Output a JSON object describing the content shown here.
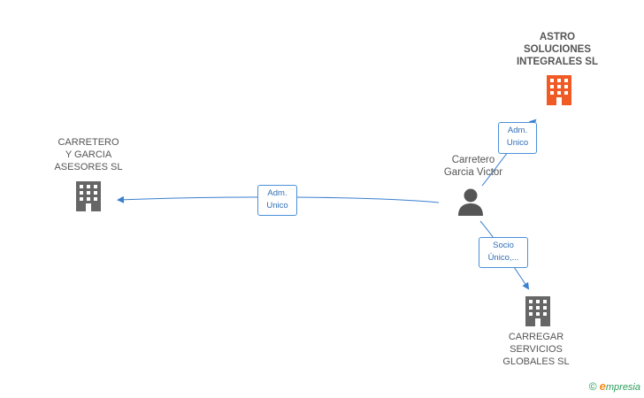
{
  "colors": {
    "edge": "#3a7fd0",
    "building_main": "#f05a24",
    "building": "#666666",
    "person": "#555555"
  },
  "nodes": {
    "astro": {
      "lines": [
        "ASTRO",
        "SOLUCIONES",
        "INTEGRALES SL"
      ],
      "icon": "building-icon"
    },
    "carretero_garcia": {
      "lines": [
        "CARRETERO",
        "Y GARCIA",
        "ASESORES SL"
      ],
      "icon": "building-icon"
    },
    "person": {
      "lines": [
        "Carretero",
        "Garcia Victor"
      ],
      "icon": "person-icon"
    },
    "carregar": {
      "lines": [
        "CARREGAR",
        "SERVICIOS",
        "GLOBALES SL"
      ],
      "icon": "building-icon"
    }
  },
  "edges": {
    "to_astro": {
      "lines": [
        "Adm.",
        "Unico"
      ]
    },
    "to_carretero": {
      "lines": [
        "Adm.",
        "Unico"
      ]
    },
    "to_carregar": {
      "lines": [
        "Socio",
        "Único,..."
      ]
    }
  },
  "brand": {
    "copyright": "©",
    "first_letter": "e",
    "rest": "mpresia"
  }
}
